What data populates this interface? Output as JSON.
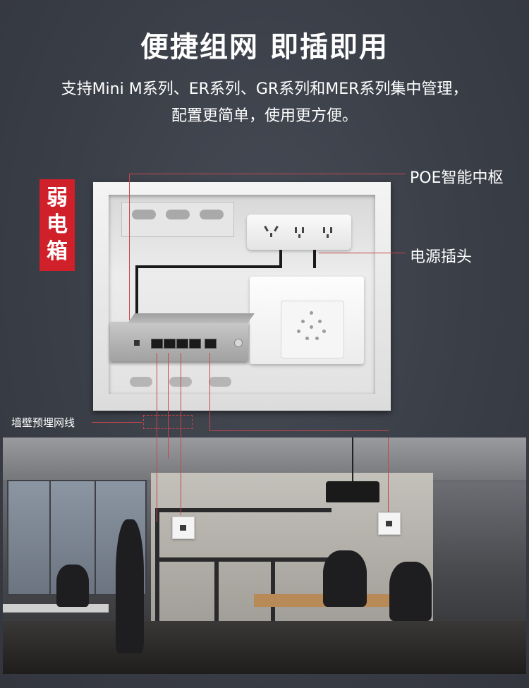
{
  "header": {
    "title": "便捷组网 即插即用",
    "subtitle_line1": "支持Mini M系列、ER系列、GR系列和MER系列集中管理，",
    "subtitle_line2": "配置更简单，使用更方便。"
  },
  "tag": {
    "chars": [
      "弱",
      "电",
      "箱"
    ]
  },
  "callouts": {
    "poe_hub": "POE智能中枢",
    "power_plug": "电源插头",
    "wall_wiring": "墙壁预埋网线"
  },
  "colors": {
    "background": "#3b3f48",
    "accent_red": "#d0202a",
    "callout_line": "#c9454a",
    "text": "#ffffff"
  }
}
